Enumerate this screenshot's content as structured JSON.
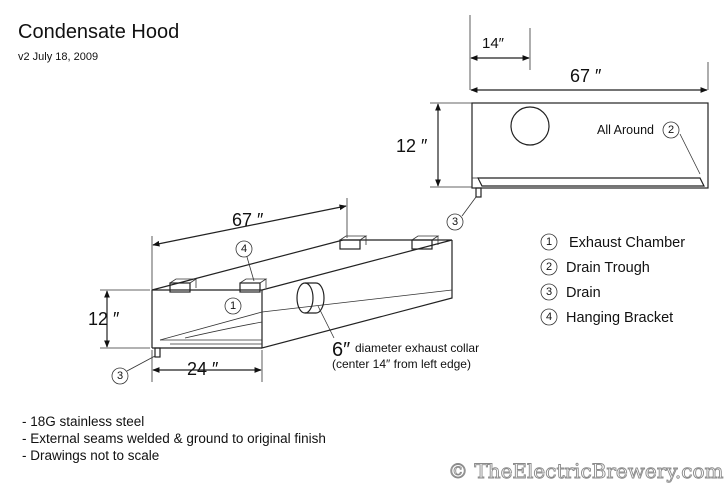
{
  "title": "Condensate Hood",
  "subtitle": "v2 July 18, 2009",
  "side_view": {
    "width_label": "67 ″",
    "offset_label": "14″",
    "height_label": "12 ″",
    "all_around_label": "All Around",
    "all_around_marker": "2",
    "drain_marker": "3"
  },
  "iso_view": {
    "length_label": "67 ″",
    "height_label": "12 ″",
    "depth_label": "24 ″",
    "bracket_marker": "4",
    "chamber_marker": "1",
    "drain_marker": "3",
    "collar_size": "6″",
    "collar_text": "diameter exhaust collar",
    "collar_note": "(center 14″ from left edge)"
  },
  "legend": [
    {
      "marker": "1",
      "label": "Exhaust Chamber"
    },
    {
      "marker": "2",
      "label": "Drain Trough"
    },
    {
      "marker": "3",
      "label": "Drain"
    },
    {
      "marker": "4",
      "label": "Hanging Bracket"
    }
  ],
  "notes": [
    "- 18G stainless steel",
    "- External seams welded & ground to original finish",
    "- Drawings not to scale"
  ],
  "watermark": "© TheElectricBrewery.com"
}
